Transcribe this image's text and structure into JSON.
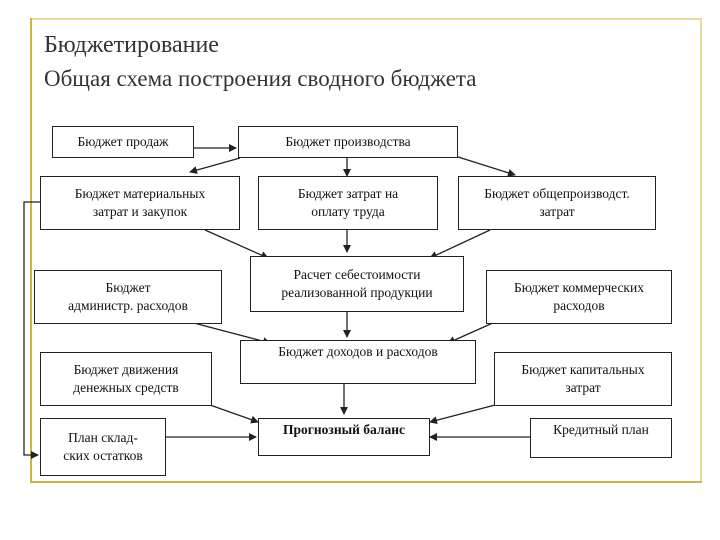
{
  "slide": {
    "title": "Бюджетирование",
    "subtitle": "Общая схема построения сводного бюджета"
  },
  "boxes": {
    "sales": "Бюджет продаж",
    "production": "Бюджет производства",
    "materials": "Бюджет материальных\nзатрат и закупок",
    "labor": "Бюджет  затрат на\nоплату труда",
    "overhead": "Бюджет общепроизводст.\nзатрат",
    "admin": "Бюджет\nадминистр. расходов",
    "cost": "Расчет себестоимости\nреализованной продукции",
    "commercial": "Бюджет коммерческих\nрасходов",
    "cashflow": "Бюджет движения\nденежных средств",
    "income": "Бюджет доходов и расходов",
    "capital": "Бюджет капитальных\nзатрат",
    "inventory": "План склад-\nских остатков",
    "balance": "Прогнозный баланс",
    "credit": "Кредитный план"
  },
  "colors": {
    "accent_rule": "#c9b54a",
    "box_border": "#222222",
    "text": "#333333"
  }
}
